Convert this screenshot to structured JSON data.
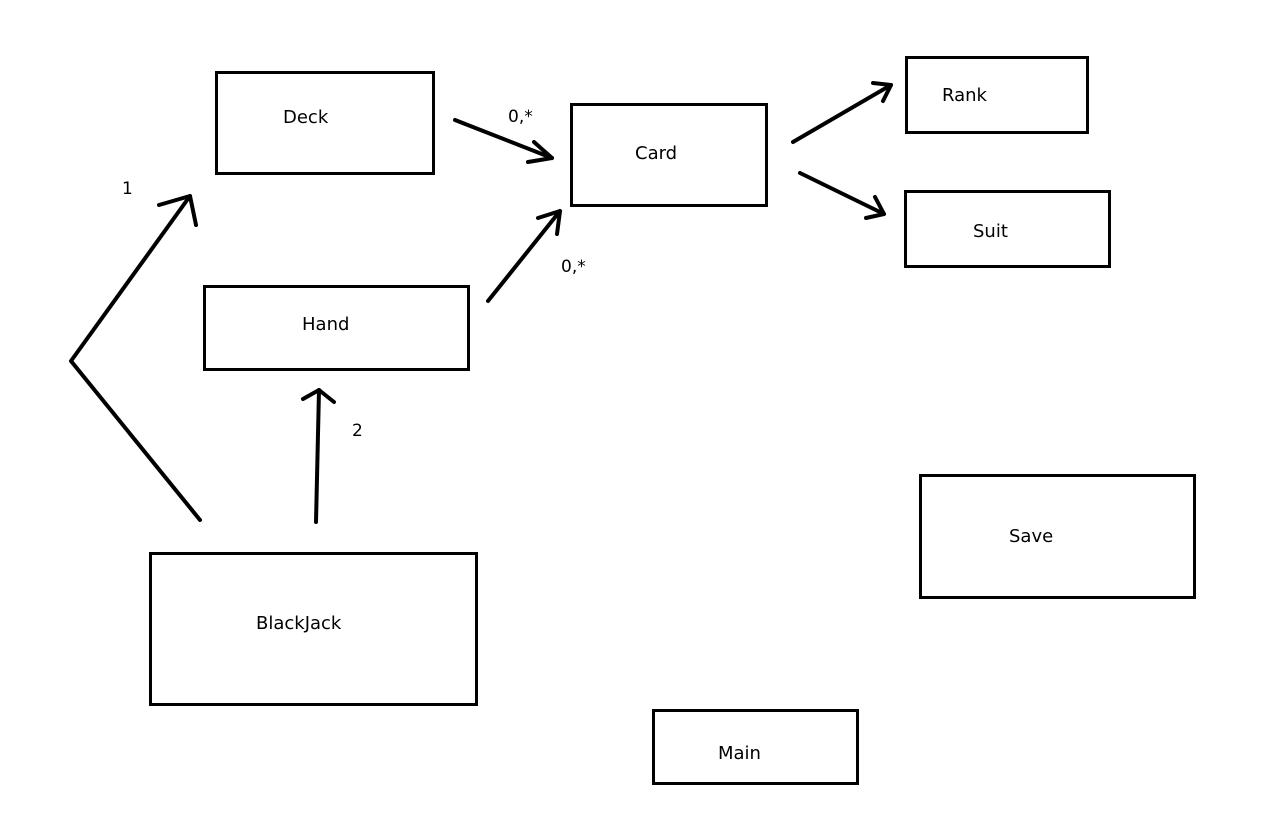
{
  "diagram": {
    "classes": {
      "deck": "Deck",
      "card": "Card",
      "rank": "Rank",
      "suit": "Suit",
      "hand": "Hand",
      "blackjack": "BlackJack",
      "save": "Save",
      "main": "Main"
    },
    "multiplicities": {
      "deck_card": "0,*",
      "hand_card": "0,*",
      "blackjack_deck": "1",
      "blackjack_hand": "2"
    },
    "colors": {
      "stroke": "#000000",
      "background": "#ffffff"
    }
  }
}
